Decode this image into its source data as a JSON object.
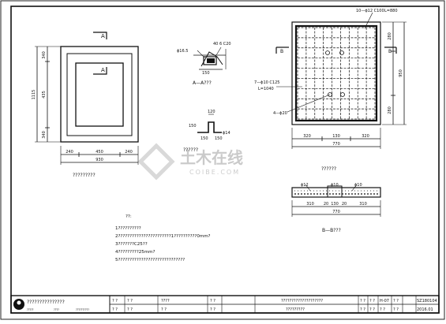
{
  "drawing": {
    "plan": {
      "dims_vertical": [
        "340",
        "435",
        "340",
        "1115"
      ],
      "dims_horizontal": [
        "240",
        "450",
        "240",
        "930"
      ],
      "section_marks": [
        "A",
        "A"
      ],
      "caption": "?????????"
    },
    "section_a": {
      "callouts": [
        "40 6 C20",
        "ϕ16.5",
        "150"
      ],
      "caption": "A—A???"
    },
    "bar_bend": {
      "dims": [
        "120",
        "150",
        "150",
        "150"
      ],
      "bar_tag": "ϕ14",
      "caption": "??????"
    },
    "reinforcement_plan": {
      "labels": {
        "top_bar": "10—ϕ12 C100",
        "top_bar_length": "L=880",
        "side_bar": "7—ϕ10 C125",
        "side_bar_length": "L=1040",
        "corner_bar": "4—ϕ20"
      },
      "section_marks": [
        "B",
        "B"
      ],
      "dims_vertical": [
        "280",
        "950",
        "280"
      ],
      "dims_horizontal": [
        "320",
        "130",
        "320",
        "770"
      ],
      "caption": "??????"
    },
    "section_b": {
      "callouts": [
        "ϕ12",
        "ϕ10",
        "ϕ10"
      ],
      "dims": [
        "310",
        "20",
        "130",
        "20",
        "310",
        "770"
      ],
      "caption": "B—B???"
    },
    "notes": {
      "heading": "??:",
      "lines": [
        "1??????????",
        "2???????????????????????1??????????0mm?",
        "3???????C25??",
        "4?????????25mm?",
        "5?????????????????????????????"
      ]
    }
  },
  "title_block": {
    "project_title": "???????????????",
    "small_labels": [
      "?????",
      "????",
      "??????????"
    ],
    "row1": [
      "? ?",
      "? ?",
      "????",
      "? ?",
      "????????????????????",
      "? ?",
      "? ?",
      "H-07",
      "? ?",
      "SZ180104"
    ],
    "row2": [
      "? ?",
      "? ?",
      "? ?",
      "? ?",
      "?????????",
      "? ?",
      "? ?",
      "? ?",
      "? ?",
      "2016.01"
    ]
  },
  "watermark": {
    "name": "土木在线",
    "site": "COIBE.COM"
  }
}
